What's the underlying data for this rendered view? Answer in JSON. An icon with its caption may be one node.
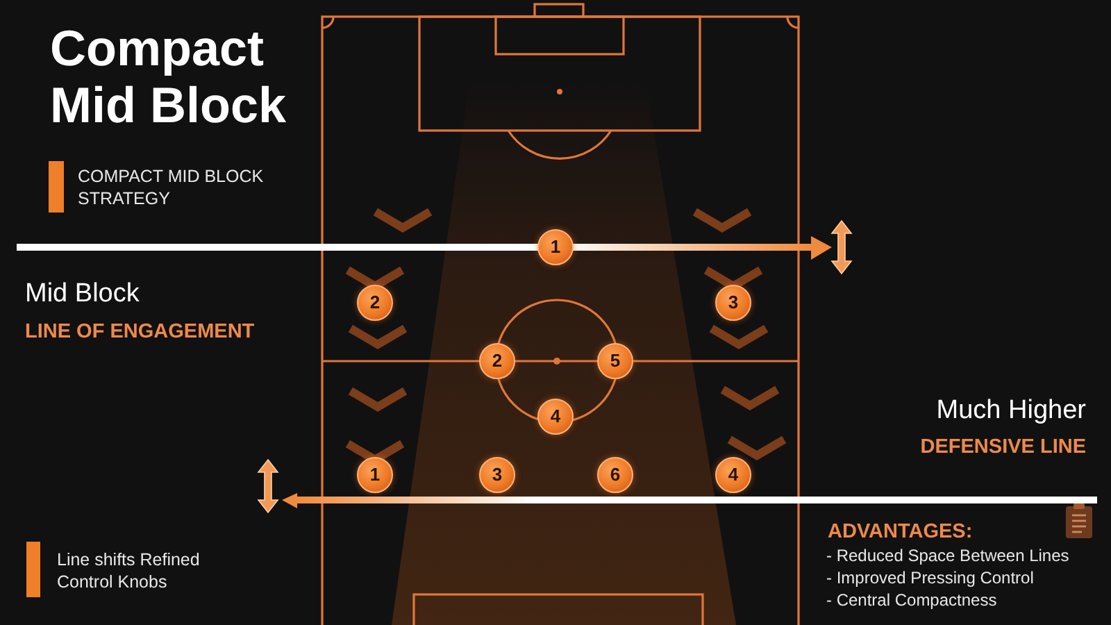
{
  "diagram": {
    "title": "Compact Mid Block",
    "nodes": [
      {
        "text": [
          "1"
        ]
      },
      {
        "text": [
          "2"
        ]
      },
      {
        "text": [
          "3"
        ]
      },
      {
        "text": [
          "2"
        ]
      },
      {
        "text": [
          "5"
        ]
      },
      {
        "text": [
          "4"
        ]
      },
      {
        "text": [
          "1"
        ]
      },
      {
        "text": [
          "3"
        ]
      },
      {
        "text": [
          "6"
        ]
      },
      {
        "text": [
          "4"
        ]
      }
    ],
    "labels": [
      "Mid Block",
      "LINE OF ENGAGEMENT",
      "Much Higher",
      "DEFENSIVE LINE",
      "ADVANTAGES:",
      "- Reduced Space Between Lines",
      "- Improved Pressing Control",
      "- Central Compactness"
    ],
    "legend": [
      {
        "text": "COMPACT MID BLOCK STRATEGY",
        "color": "#f07f2a"
      },
      {
        "text": "Line shifts Refined Control Knobs",
        "color": "#f07f2a"
      }
    ]
  }
}
